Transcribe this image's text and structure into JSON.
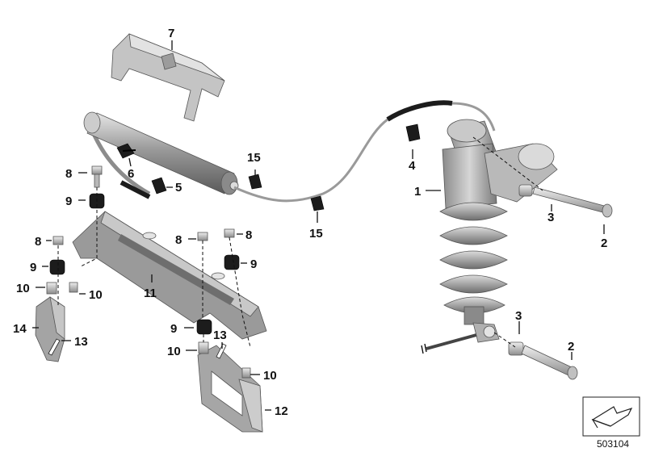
{
  "callouts": {
    "c1": "1",
    "c2a": "2",
    "c2b": "2",
    "c3a": "3",
    "c3b": "3",
    "c4": "4",
    "c5": "5",
    "c6": "6",
    "c7": "7",
    "c8a": "8",
    "c8b": "8",
    "c8c": "8",
    "c8d": "8",
    "c9a": "9",
    "c9b": "9",
    "c9c": "9",
    "c9d": "9",
    "c10a": "10",
    "c10b": "10",
    "c10c": "10",
    "c10d": "10",
    "c11": "11",
    "c12": "12",
    "c13a": "13",
    "c13b": "13",
    "c14": "14",
    "c15a": "15",
    "c15b": "15"
  },
  "reference_number": "503104",
  "colors": {
    "part_fill": "#b3b3b3",
    "part_dark": "#1c1c1c",
    "label": "#111111"
  }
}
